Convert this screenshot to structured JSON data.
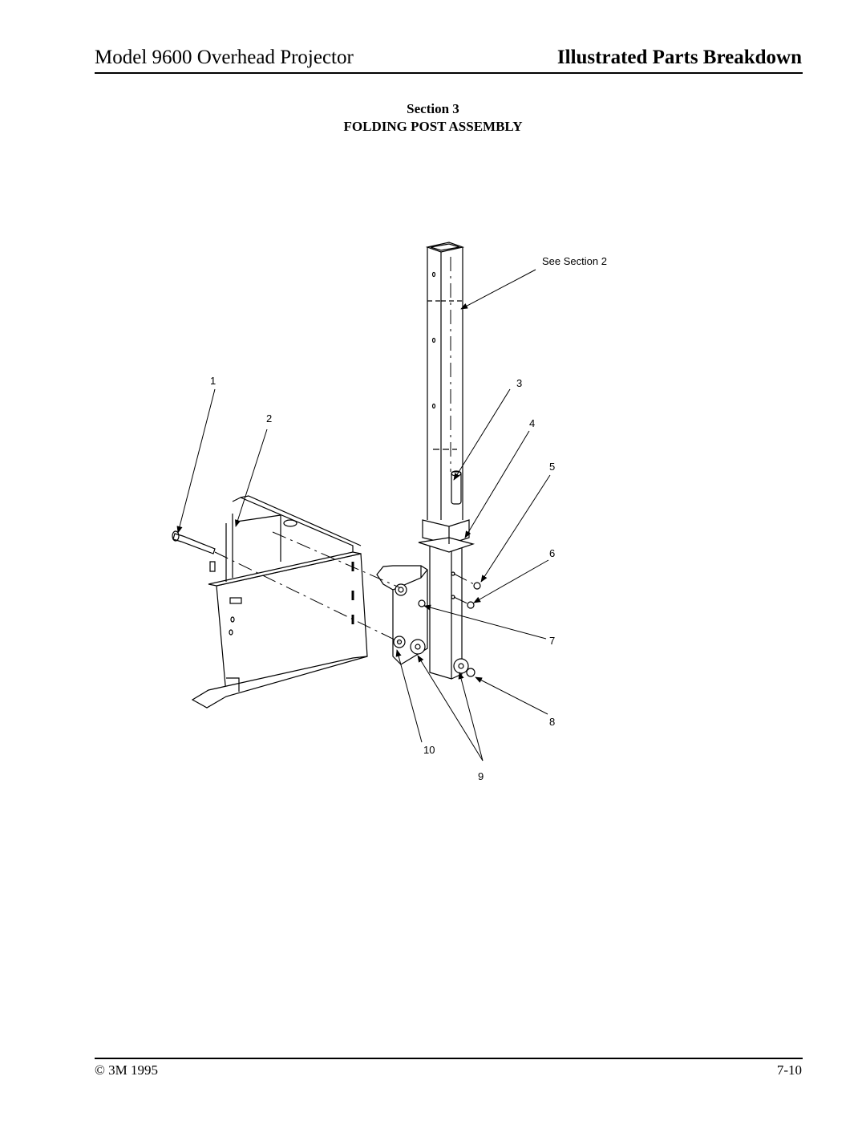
{
  "header": {
    "left": "Model 9600 Overhead Projector",
    "right": "Illustrated Parts Breakdown"
  },
  "section": {
    "number_label": "Section 3",
    "title": "FOLDING POST ASSEMBLY"
  },
  "diagram": {
    "reference_note": "See Section 2",
    "callouts": [
      "1",
      "2",
      "3",
      "4",
      "5",
      "6",
      "7",
      "8",
      "9",
      "10"
    ]
  },
  "footer": {
    "copyright": "© 3M 1995",
    "page_number": "7-10"
  }
}
